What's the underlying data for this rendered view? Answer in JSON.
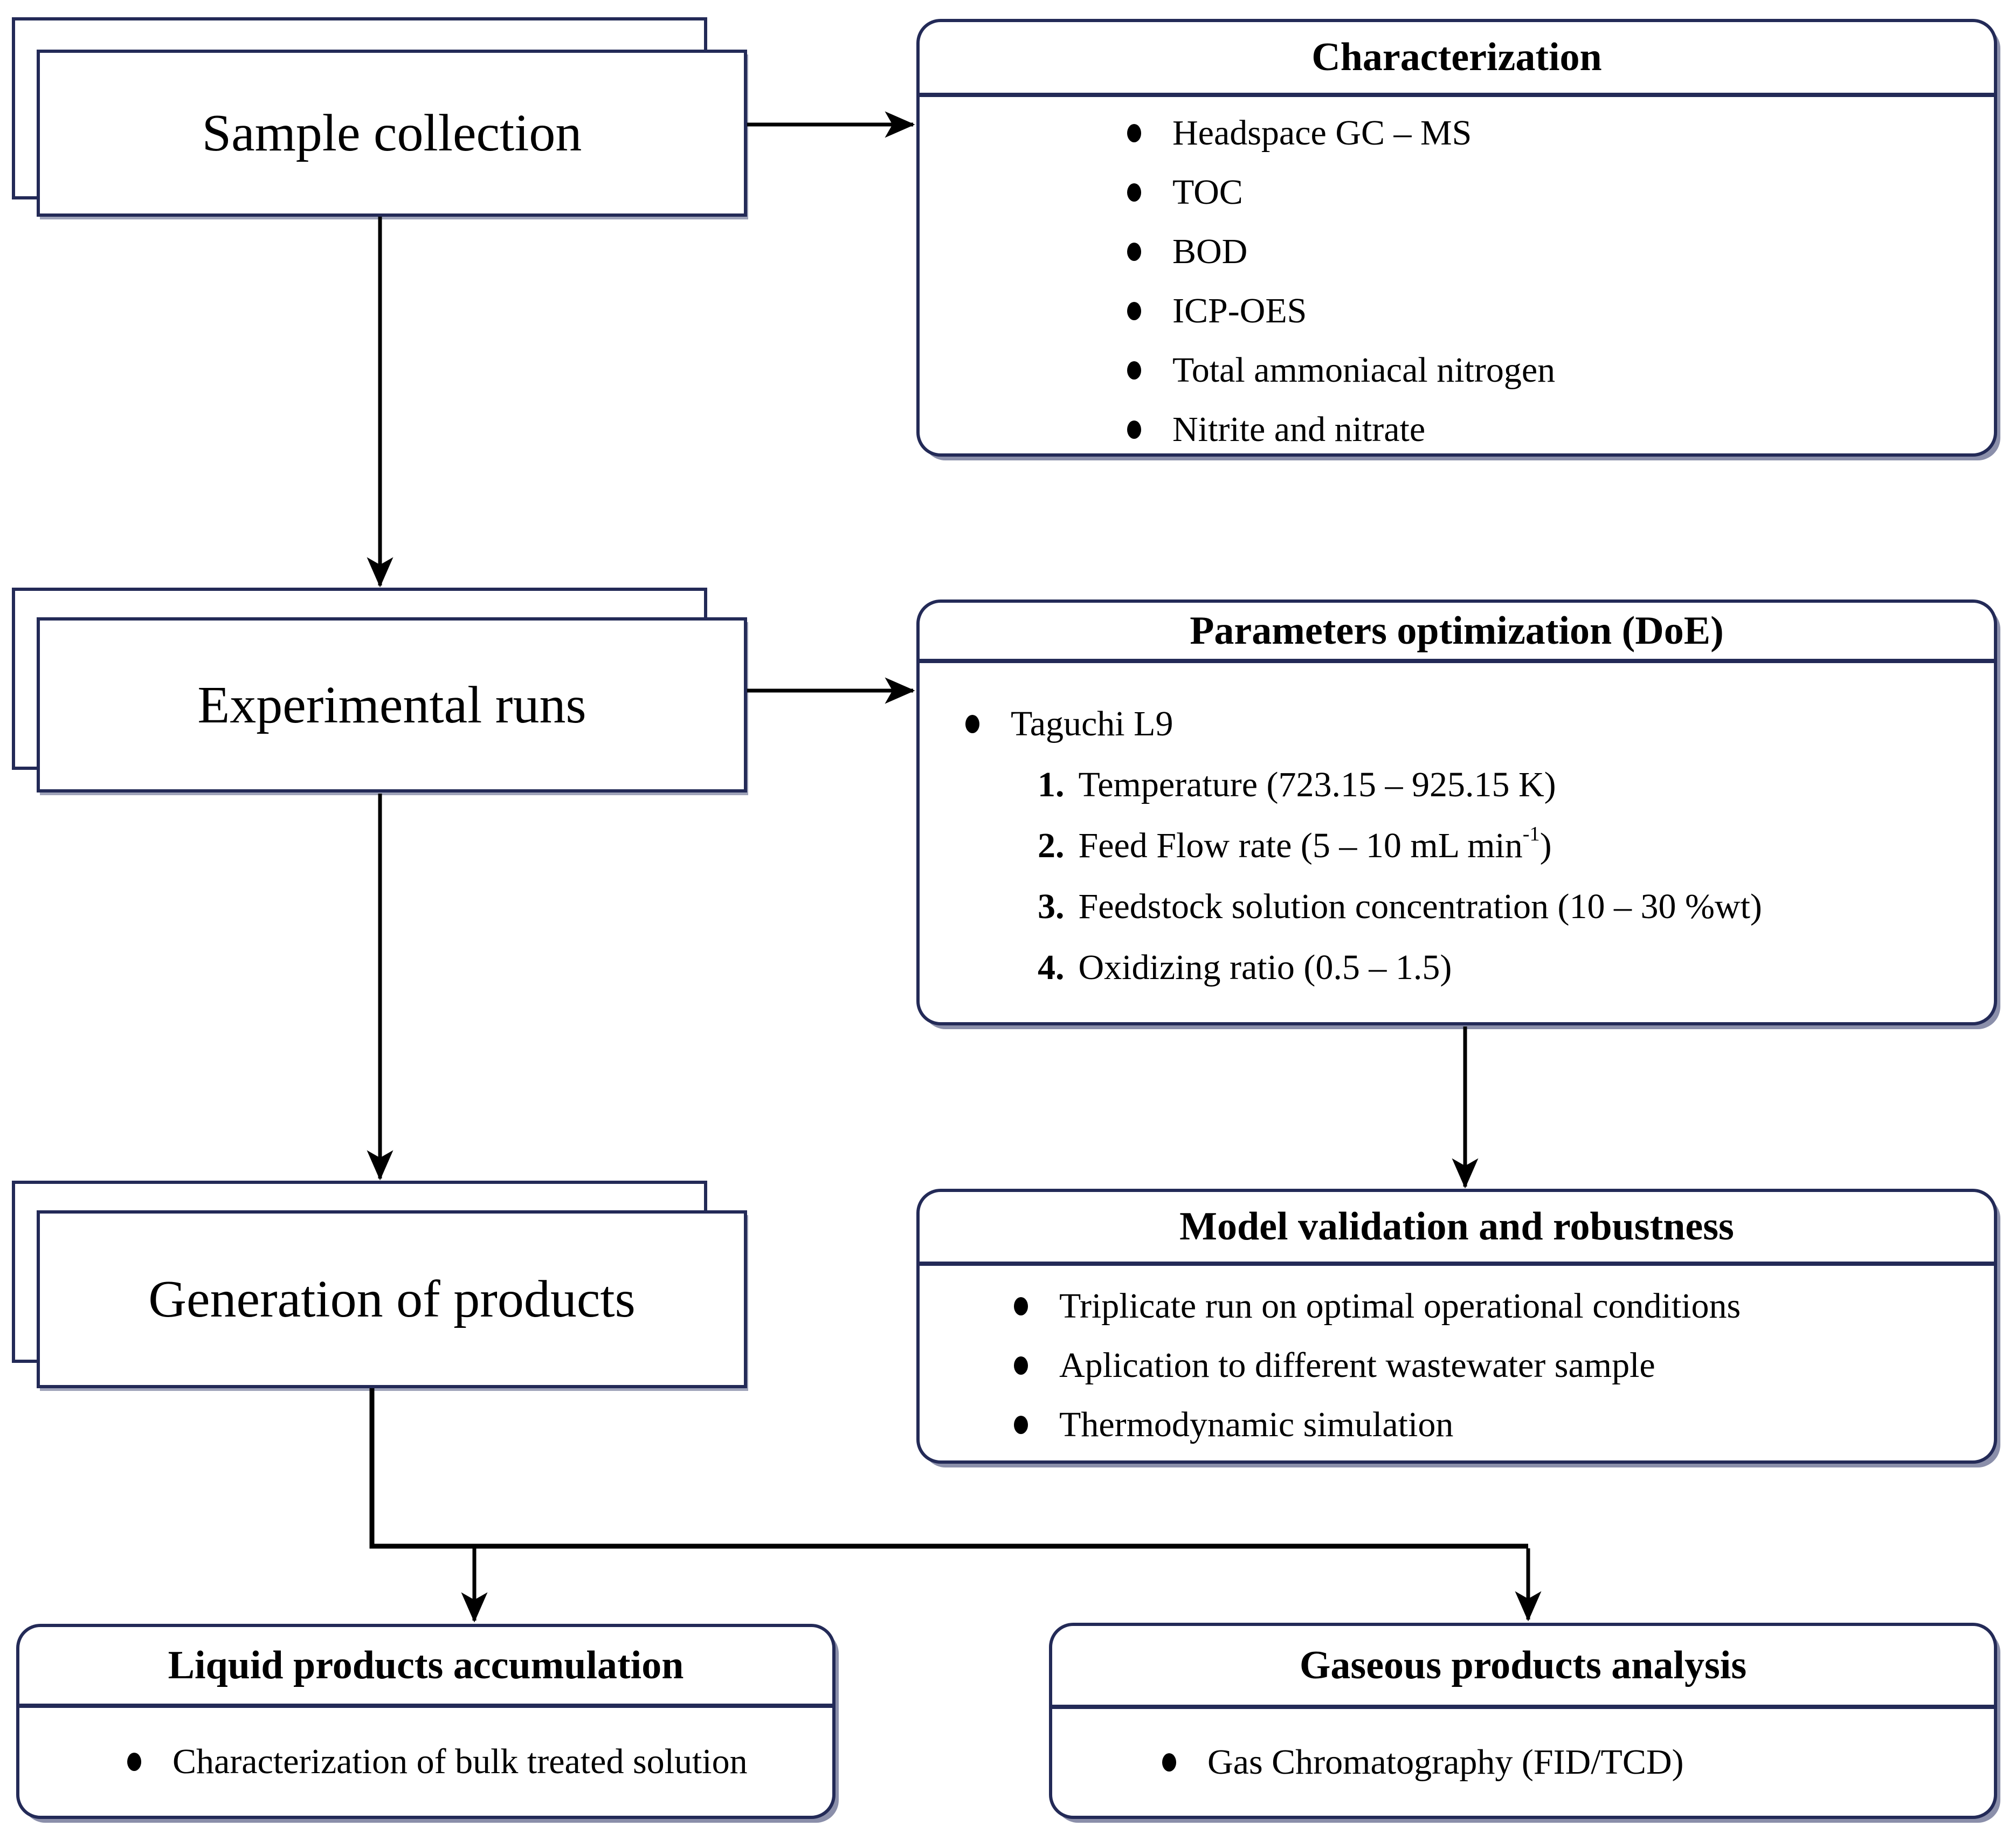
{
  "stages": [
    {
      "label": "Sample collection"
    },
    {
      "label": "Experimental runs"
    },
    {
      "label": "Generation of products"
    }
  ],
  "characterization": {
    "title": "Characterization",
    "items": [
      "Headspace GC – MS",
      "TOC",
      "BOD",
      "ICP-OES",
      "Total ammoniacal nitrogen",
      "Nitrite and nitrate"
    ]
  },
  "parameters": {
    "title": "Parameters optimization (DoE)",
    "bullet_item": "Taguchi L9",
    "items": [
      {
        "num": "1.",
        "text": "Temperature (723.15 – 925.15 K)",
        "sup": "",
        "tail": ""
      },
      {
        "num": "2.",
        "text": "Feed Flow rate (5 – 10 mL min",
        "sup": "-1",
        "tail": ")"
      },
      {
        "num": "3.",
        "text": "Feedstock solution concentration (10 – 30 %wt)",
        "sup": "",
        "tail": ""
      },
      {
        "num": "4.",
        "text": "Oxidizing ratio (0.5 – 1.5)",
        "sup": "",
        "tail": ""
      }
    ]
  },
  "model_validation": {
    "title": "Model validation and robustness",
    "items": [
      "Triplicate run on optimal operational conditions",
      "Aplication to different wastewater sample",
      "Thermodynamic simulation"
    ]
  },
  "liquid_products": {
    "title": "Liquid products accumulation",
    "items": [
      "Characterization of bulk treated solution"
    ]
  },
  "gaseous_products": {
    "title": "Gaseous products analysis",
    "items": [
      "Gas Chromatography (FID/TCD)"
    ]
  },
  "colors": {
    "border": "#232a57",
    "connector": "#000000",
    "text": "#000000",
    "background": "#ffffff"
  }
}
